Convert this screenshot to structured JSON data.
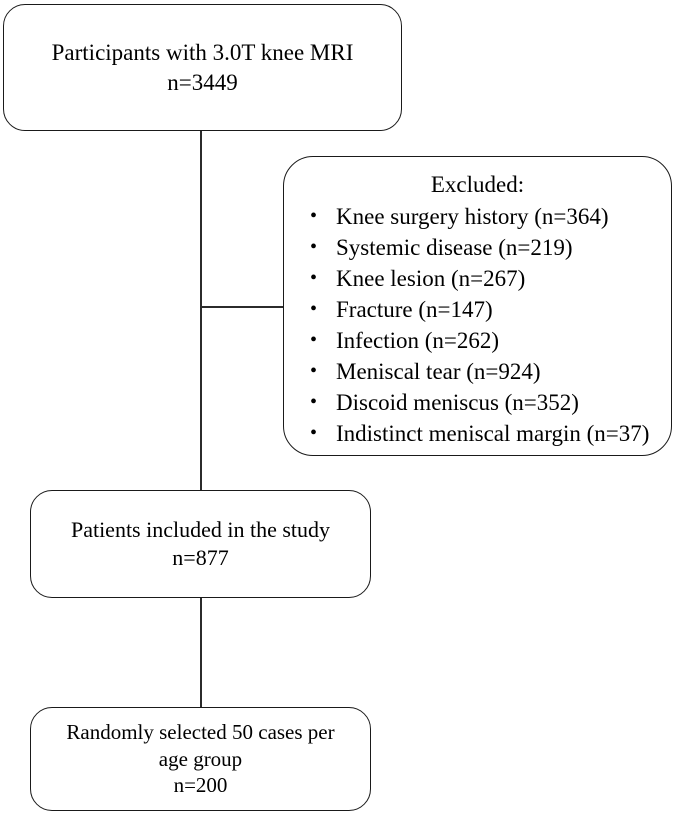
{
  "figure": {
    "type": "flowchart",
    "orientation": "vertical",
    "line_color": "#2b2b2b",
    "box_border_color": "#1a1a1a",
    "background_color": "#ffffff"
  },
  "boxes": {
    "participants": {
      "line1": "Participants with 3.0T knee MRI",
      "line2": "n=3449"
    },
    "excluded": {
      "title": "Excluded:",
      "items": [
        "Knee surgery history (n=364)",
        "Systemic disease (n=219)",
        "Knee lesion (n=267)",
        "Fracture (n=147)",
        "Infection (n=262)",
        "Meniscal tear (n=924)",
        "Discoid meniscus (n=352)",
        "Indistinct meniscal margin (n=37)"
      ]
    },
    "included": {
      "line1": "Patients included in the study",
      "line2": "n=877"
    },
    "random": {
      "line1": "Randomly selected 50 cases per",
      "line2": "age group",
      "line3": "n=200"
    }
  },
  "counts": {
    "total_participants": 3449,
    "knee_surgery_history": 364,
    "systemic_disease": 219,
    "knee_lesion": 267,
    "fracture": 147,
    "infection": 262,
    "meniscal_tear": 924,
    "discoid_meniscus": 352,
    "indistinct_meniscal_margin": 37,
    "included": 877,
    "randomly_selected": 200
  }
}
